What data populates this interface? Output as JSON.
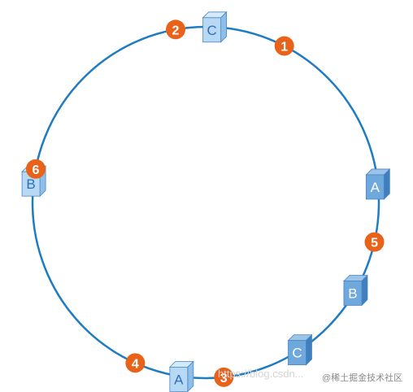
{
  "diagram": {
    "ring_color": "#1f7cc1",
    "marker_color": "#e8621a",
    "marker_text_color": "#ffffff",
    "node_front_light": "#b8d9f4",
    "node_front_dark": "#6fa8dc",
    "node_side_light": "#8fbfe8",
    "node_side_dark": "#3f7fbf",
    "node_top_light": "#d6eaf9",
    "node_top_dark": "#9cc3e8",
    "node_text_color": "#2f6fb8",
    "node_text_on_dark": "#ffffff",
    "nodes": [
      {
        "id": "node-c-top",
        "label": "C",
        "angle_deg": -87,
        "shade": "light"
      },
      {
        "id": "node-a-right",
        "label": "A",
        "angle_deg": -6,
        "shade": "dark"
      },
      {
        "id": "node-b-right",
        "label": "B",
        "angle_deg": 30,
        "shade": "dark"
      },
      {
        "id": "node-c-bottom",
        "label": "C",
        "angle_deg": 57,
        "shade": "dark"
      },
      {
        "id": "node-a-bottom",
        "label": "A",
        "angle_deg": 98,
        "shade": "light"
      },
      {
        "id": "node-b-left",
        "label": "B",
        "angle_deg": 187,
        "shade": "light"
      }
    ],
    "markers": [
      {
        "id": "marker-1",
        "label": "1",
        "angle_deg": -63
      },
      {
        "id": "marker-2",
        "label": "2",
        "angle_deg": -100
      },
      {
        "id": "marker-3",
        "label": "3",
        "angle_deg": 84
      },
      {
        "id": "marker-4",
        "label": "4",
        "angle_deg": 114
      },
      {
        "id": "marker-5",
        "label": "5",
        "angle_deg": 13
      },
      {
        "id": "marker-6",
        "label": "6",
        "angle_deg": 191
      }
    ]
  },
  "watermark": {
    "url_text": "https://blog.csdn...",
    "brand_text": "@稀土掘金技术社区"
  }
}
